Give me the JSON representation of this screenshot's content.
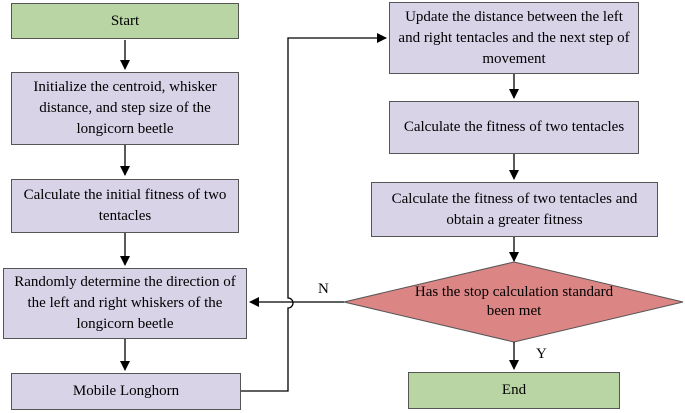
{
  "nodes": {
    "start": "Start",
    "init": "Initialize the centroid, whisker distance, and step size of the longicorn beetle",
    "initial_fitness": "Calculate the initial fitness of two tentacles",
    "random_direction": "Randomly determine the direction of the left and right whiskers of the longicorn beetle",
    "mobile": "Mobile Longhorn",
    "update": "Update the distance between the left and right tentacles and the next step of movement",
    "fitness_two": "Calculate the fitness of two tentacles",
    "fitness_greater": "Calculate the fitness of two tentacles and obtain a greater fitness",
    "decision": "Has the stop calculation standard been met",
    "end": "End"
  },
  "edge_labels": {
    "no": "N",
    "yes": "Y"
  },
  "colors": {
    "terminal_fill": "#b9d5a4",
    "process_fill": "#d9d3e8",
    "decision_fill": "#dc8585",
    "line": "#000000"
  }
}
